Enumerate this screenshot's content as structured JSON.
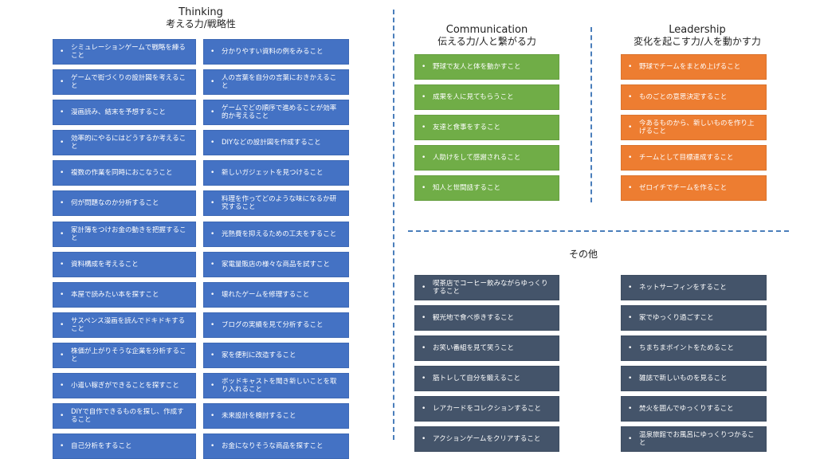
{
  "thinking": {
    "title": "Thinking",
    "subtitle": "考える力/戦略性",
    "left": [
      "シミュレーションゲームで戦略を練ること",
      "ゲームで街づくりの設計図を考えること",
      "漫画読み、結末を予想すること",
      "効率的にやるにはどうするか考えること",
      "複数の作業を同時におこなうこと",
      "何が問題なのか分析すること",
      "家計簿をつけお金の動きを把握すること",
      "資料構成を考えること",
      "本屋で読みたい本を探すこと",
      "サスペンス漫画を読んでドキドキすること",
      "株価が上がりそうな企業を分析すること",
      "小遣い稼ぎができることを探すこと",
      "DIYで自作できるものを探し、作成すること",
      "自己分析をすること"
    ],
    "right": [
      "分かりやすい資料の例をみること",
      "人の言葉を自分の言葉におきかえること",
      "ゲームでどの順序で進めることが効率的か考えること",
      "DIYなどの設計図を作成すること",
      "新しいガジェットを見つけること",
      "料理を作ってどのような味になるか研究すること",
      "光熱費を抑えるための工夫をすること",
      "家電量販店の様々な商品を試すこと",
      "壊れたゲームを修理すること",
      "ブログの実績を見て分析すること",
      "家を便利に改造すること",
      "ポッドキャストを聞き新しいことを取り入れること",
      "未来設計を検討すること",
      "お金になりそうな商品を探すこと"
    ]
  },
  "communication": {
    "title": "Communication",
    "subtitle": "伝える力/人と繋がる力",
    "items": [
      "野球で友人と体を動かすこと",
      "成果を人に見てもらうこと",
      "友達と食事をすること",
      "人助けをして感謝されること",
      "知人と世間話すること"
    ]
  },
  "leadership": {
    "title": "Leadership",
    "subtitle": "変化を起こす力/人を動かす力",
    "items": [
      "野球でチームをまとめ上げること",
      "ものごとの意思決定すること",
      "今あるものから、新しいものを作り上げること",
      "チームとして目標達成すること",
      "ゼロイチでチームを作ること"
    ]
  },
  "other": {
    "title": "その他",
    "left": [
      "喫茶店でコーヒー飲みながらゆっくりすること",
      "観光地で食べ歩きすること",
      "お笑い番組を見て笑うこと",
      "筋トレして自分を鍛えること",
      "レアカードをコレクションすること",
      "アクションゲームをクリアすること"
    ],
    "right": [
      "ネットサーフィンをすること",
      "家でゆっくり過ごすこと",
      "ちまちまポイントをためること",
      "雑誌で新しいものを見ること",
      "焚火を囲んでゆっくりすること",
      "温泉旅館でお風呂にゆっくりつかること"
    ]
  },
  "bullet": "•",
  "colors": {
    "thinking": "#4472c4",
    "communication": "#70ad47",
    "leadership": "#ed7d31",
    "other": "#44546a",
    "divider": "#4a7ebb"
  }
}
